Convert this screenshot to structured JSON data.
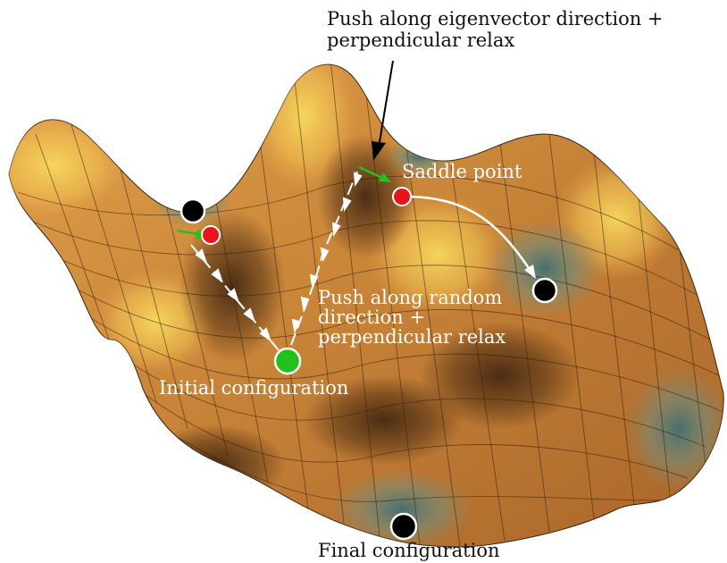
{
  "labels": {
    "top_annotation_line1": "Push along eigenvector direction +",
    "top_annotation_line2": "perpendicular relax",
    "saddle_point": "Saddle point",
    "random_push_line1": "Push along random",
    "random_push_line2": "direction +",
    "random_push_line3": "perpendicular relax",
    "initial": "Initial configuration",
    "final": "Final configuration"
  },
  "colors": {
    "surface_warm": "#e9a24a",
    "surface_highlight": "#f6d35a",
    "surface_shadow": "#4a2a12",
    "valley_teal": "#5f8a86",
    "initial_point": "#22c21e",
    "saddle_point": "#e8141a",
    "minimum_point": "#000000",
    "path_arrows": "#ffffff",
    "eigen_arrow": "#22c21e"
  }
}
